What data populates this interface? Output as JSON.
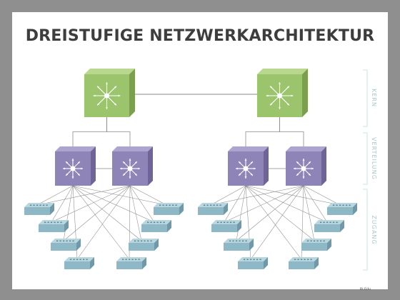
{
  "title": "DREISTUFIGE NETZWERKARCHITEKTUR",
  "tiers": {
    "core": "KERN",
    "distribution": "VERTEILUNG",
    "access": "ZUGANG"
  },
  "footer_logo": "Bi-Edu",
  "colors": {
    "background": "#8f8f8f",
    "card": "#ffffff",
    "core_front": "#9bc46c",
    "core_top": "#b9d88d",
    "core_side": "#7aa04d",
    "dist_front": "#8f84b8",
    "dist_top": "#ada4cf",
    "dist_side": "#6f6498",
    "access_front": "#8fb8c7",
    "access_top": "#b9d6df",
    "access_side": "#6f98a8",
    "link": "#8a8a8a",
    "tier_bracket": "#cde4e6"
  }
}
